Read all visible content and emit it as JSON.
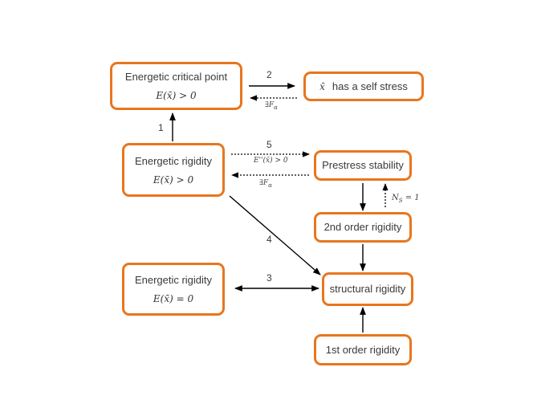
{
  "nodes": {
    "energetic_critical_point": {
      "title": "Energetic critical point",
      "math": "E(x̄) > 0"
    },
    "self_stress": {
      "math": "x̄",
      "title": "has a self stress"
    },
    "energetic_rigidity_pos": {
      "title": "Energetic rigidity",
      "math": "E(x̄) > 0"
    },
    "prestress_stability": {
      "title": "Prestress stability"
    },
    "second_order_rigidity": {
      "title": "2nd order rigidity"
    },
    "energetic_rigidity_zero": {
      "title": "Energetic rigidity",
      "math": "E(x̄) = 0"
    },
    "structural_rigidity": {
      "title": "structural rigidity"
    },
    "first_order_rigidity": {
      "title": "1st order rigidity"
    }
  },
  "edge_labels": {
    "e1": "1",
    "e2": "2",
    "e3": "3",
    "e4": "4",
    "e5": "5",
    "e2_back": "∃F",
    "e2_back_sub": "α",
    "e5_fwd": "E''(x̄) > 0",
    "e5_back": "∃F",
    "e5_back_sub": "α",
    "prestress_back": "N",
    "prestress_back_sub": "S",
    "prestress_back_rest": " = 1"
  },
  "colors": {
    "box_border": "#e8761e",
    "arrow": "#000000",
    "text": "#3a3a3a"
  }
}
